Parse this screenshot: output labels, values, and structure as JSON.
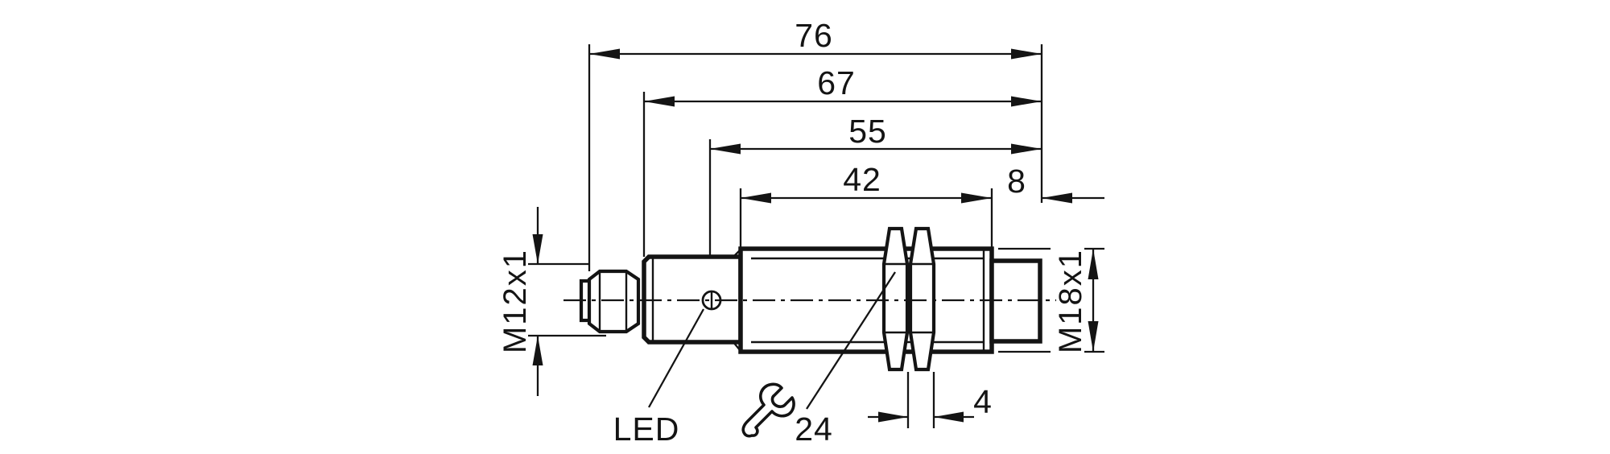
{
  "drawing": {
    "type": "sensor-dimension-drawing",
    "background": "#ffffff",
    "line_color": "#141414",
    "dimensions": {
      "overall_length": "76",
      "housing_length": "67",
      "led_to_face": "55",
      "thread_length": "42",
      "tip_length": "8",
      "nut_width": "4"
    },
    "labels": {
      "led": "LED",
      "wrench_size": "24",
      "connector_thread": "M12x1",
      "barrel_thread": "M18x1"
    }
  }
}
